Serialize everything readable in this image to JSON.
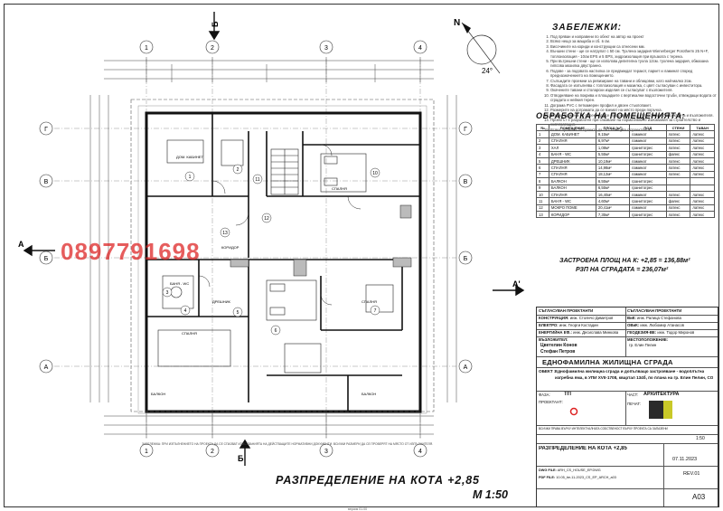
{
  "notes": {
    "title": "ЗАБЕЛЕЖКИ:",
    "items": [
      "Под пряван и направени по обект на автор на проект",
      "Всяко нещо за мащаба и сб. в см.",
      "Височините на кориди и конструкции са отнесени мм.",
      "Външни стени - ще се натрупат с 50 см. Тухлена зидария Wienerberger Porotherm 25 N+F, топлоизолация - 10см ЕPS и 5 ЕPS, хидроизолация при връзката с терена.",
      "При вътрешни стени - ще се използва делителна тухла 12см. тухлена зидария, обмазана гипсова мазилка двустранно.",
      "Подове - за подовата настилка се предвиждат теракот, паркет и ламинат според предназначението на помещението.",
      "Съпъждите проемни за ревизиране на тавани и облицовки, като най-малко 2см.",
      "Фасадата се изпълнява с топлоизолация и мазилка, с цвят съгласуван с инвеститора.",
      "Окачените тавани и столарски изделия се съгласуват с възложителя.",
      "Отводняване на покрива и площадките с вертикални водосточни тръби, отвеждащи водата от сградата и нейния терен.",
      "Дограма PVC с петкамерен профил и двоен стъклопакет.",
      "Размерите на дограмата да се вземат на място преди поръчка.",
      "Всички промени по проекта да се извършват след съгласуване с проектанта и възложителя.",
      "Проектът е разработен при спазване на нормативните изисквания за строителство и експлоатация.",
      "Всяка промяна по проекта да се съгласува с проектанта."
    ]
  },
  "rooms_table": {
    "title": "ОБРАБОТКА НА ПОМЕЩЕНИЯТА:",
    "headers": [
      "№",
      "ПОМЕЩЕНИЕ",
      "ПЛОЩ [м²]",
      "ПОД",
      "СТЕНИ",
      "ТАВАН"
    ],
    "rows": [
      [
        "1",
        "ДОМ. КАБИНЕТ",
        "9,15м²",
        "ламинат",
        "латекс",
        "латекс"
      ],
      [
        "2",
        "СПАЛНЯ",
        "6,97м²",
        "ламинат",
        "латекс",
        "латекс"
      ],
      [
        "3",
        "ХАЛ",
        "1,08м²",
        "гранитогрес",
        "латекс",
        "латекс"
      ],
      [
        "4",
        "БАНЯ - WC",
        "5,55м²",
        "гранитогрес",
        "фаянс",
        "латекс"
      ],
      [
        "5",
        "ДРЕШНИК",
        "10,19м²",
        "ламинат",
        "латекс",
        "латекс"
      ],
      [
        "6",
        "СПАЛНЯ",
        "14,98м²",
        "ламинат",
        "латекс",
        "латекс"
      ],
      [
        "7",
        "СПАЛНЯ",
        "18,12м²",
        "ламинат",
        "латекс",
        "латекс"
      ],
      [
        "8",
        "БАЛКОН",
        "6,55м²",
        "гранитогрес",
        "",
        ""
      ],
      [
        "9",
        "БАЛКОН",
        "6,55м²",
        "гранитогрес",
        "",
        ""
      ],
      [
        "10",
        "СПАЛНЯ",
        "16,40м²",
        "ламинат",
        "латекс",
        "латекс"
      ],
      [
        "11",
        "БАНЯ - WC",
        "4,60м²",
        "гранитогрес",
        "фаянс",
        "латекс"
      ],
      [
        "12",
        "МОКРО ПОМЕ",
        "20,41м²",
        "ламинат",
        "латекс",
        "латекс"
      ],
      [
        "13",
        "КОРИДОР",
        "7,35м²",
        "гранитогрес",
        "латекс",
        "латекс"
      ]
    ]
  },
  "areas": {
    "built_label": "ЗАСТРОЕНА ПЛОЩ НА К: +2,85 =",
    "built_value": "136,88м²",
    "rzp_label": "РЗП НА СГРАДАТА =",
    "rzp_value": "236,07м²"
  },
  "title_block": {
    "consult_header": "СЪГЛАСУВАН ПРОЕКТАНТИ",
    "consult_header2": "СЪГЛАСУВАН ПРОЕКТАНТИ",
    "constr_label": "КОНСТРУКЦИЯ:",
    "constr_name": "инж. Стоянчо Димитров",
    "vik_label": "ВиК:",
    "vik_name": "инж. Ралица Стефанова",
    "elec_label": "ЕЛЕКТРО:",
    "elec_name": "инж. Георги Костадин",
    "ovk_label": "ОВиК:",
    "ovk_name": "инж. Любомир Атанасов",
    "ee_label": "ЕНЕРГИЙНА ЕФ.:",
    "ee_name": "инж. Десислава Минкова",
    "geo_label": "ГЕОДЕЗИЯ-ВЕ:",
    "geo_name": "инж. Тодор Миронов",
    "investor_label": "ВЪЗЛОЖИТЕЛ:",
    "investor_1": "Цветелин Конов",
    "investor_2": "Стефан Петров",
    "location_label": "МЕСТОПОЛОЖЕНИЕ:",
    "location_value": "гр. Елин Пелин",
    "building_title": "ЕДНОФАМИЛНА ЖИЛИЩНА СГРАДА",
    "object_label": "ОБЕКТ :",
    "object_text_1": "Еднофамилна жилищна сграда и допълващо застрояване - водоплътна",
    "object_text_2": "изгребна яма, в УПИ XVII-1708, квартал 134б, по плана на гр. Елин Пелин, СО",
    "phase_label": "ФАЗА:",
    "phase_value": "ТП",
    "part_label": "ЧАСТ:",
    "part_value": "АРХИТЕКТУРА",
    "designer_label": "ПРОЕКТАНТ:",
    "stamp_label": "ПЕЧАТ:",
    "copyright": "ВСИЧКИ ПРАВА ВЪРХУ ИНТЕЛЕКТУАЛНАТА СОБСТВЕНОСТ ВЪРХУ ПРОЕКТА СА ЗАПАЗЕНИ",
    "scale_value": "1:50",
    "drawing_name": "РАЗПРЕДЕЛЕНИЕ НА КОТА +2,85",
    "date_value": "07.11.2023",
    "rev_value": "REV.01",
    "sheet_value": "A03",
    "dwg_label": "DWG FILE:",
    "dwg_value": "ARH_CS_HOUSE_EP.DWG",
    "pdf_label": "PDF FILE:",
    "pdf_value": "10.05_be-11-2023_CS_EP_ARCH_a03"
  },
  "drawing": {
    "title": "РАЗПРЕДЕЛЕНИЕ НА КОТА +2,85",
    "scale": "М 1:50",
    "watermark_phone": "0897791698",
    "north_label": "N",
    "north_angle": "24°",
    "grid_rows": [
      "A",
      "Б",
      "В",
      "Г"
    ],
    "grid_cols": [
      "1",
      "2",
      "3",
      "4"
    ],
    "room_numbers": [
      "1",
      "2",
      "3",
      "4",
      "5",
      "6",
      "7",
      "10",
      "11",
      "12",
      "13"
    ],
    "labels": {
      "hall": "КОРИДОР",
      "bath": "БАНЯ - WC",
      "bedroom": "СПАЛНЯ",
      "balcony": "БАЛКОН",
      "cabinet": "ДОМ. КАБИНЕТ",
      "dressing": "ДРЕШНИК"
    },
    "bottom_note": "ЗАБЕЛЕЖКА: ПРИ ИЗПЪЛНЕНИЕТО НА ПРОЕКТА ДА СЕ СПАЗВАТ ИЗИСКВАНИЯТА НА ДЕЙСТВАЩИТЕ НОРМАТИВНИ ДОКУМЕНТИ. ВСИЧКИ РАЗМЕРИ ДА СЕ ПРОВЕРЯТ НА МЯСТО ОТ ИЗПЪЛНИТЕЛЯ.",
    "footer": "версия 01.00"
  },
  "colors": {
    "line": "#333333",
    "watermark": "#dc1e1e",
    "stamp_logo_bg": "#2a2a2a",
    "stamp_logo_accent": "#c9c928"
  }
}
